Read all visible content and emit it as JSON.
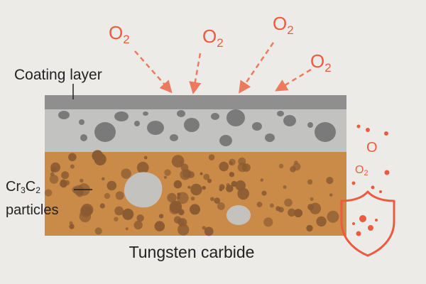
{
  "labels": {
    "coating_layer": "Coating layer",
    "particles_formula": {
      "part1": "Cr",
      "sub1": "3",
      "part2": "C",
      "sub2": "2"
    },
    "particles_word": "particles",
    "substrate": "Tungsten carbide"
  },
  "oxygen": {
    "symbol": "O",
    "subscript": "2",
    "bubble_label": "O",
    "bubble_label_2": "O2"
  },
  "icons": {
    "shield": "shield-icon",
    "arrow": "dashed-arrow-icon"
  },
  "colors": {
    "background": "#ecebe8",
    "coating_top": "#8f8f8f",
    "coating_body": "#c2c2c0",
    "coating_pores": "#7a7a7a",
    "substrate": "#c98b47",
    "substrate_particles": "#8a5a32",
    "oxygen_accent": "#ee5a3e",
    "text": "#222222"
  }
}
